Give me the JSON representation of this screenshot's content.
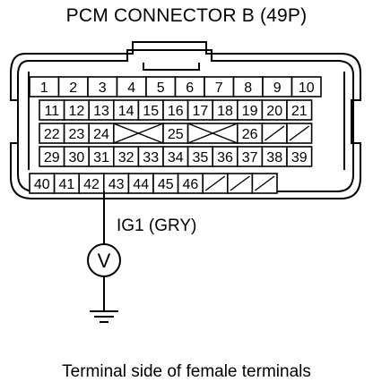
{
  "diagram": {
    "title": "PCM CONNECTOR B (49P)",
    "caption": "Terminal side of female terminals",
    "wire_label": "IG1 (GRY)",
    "meter_symbol": "V",
    "probe_terminal": "42",
    "rows": [
      [
        "1",
        "2",
        "3",
        "4",
        "5",
        "6",
        "7",
        "8",
        "9",
        "10"
      ],
      [
        "11",
        "12",
        "13",
        "14",
        "15",
        "16",
        "17",
        "18",
        "19",
        "20",
        "21"
      ],
      [
        "22",
        "23",
        "24",
        "X",
        "25",
        "X",
        "26",
        "/",
        "/"
      ],
      [
        "29",
        "30",
        "31",
        "32",
        "33",
        "34",
        "35",
        "36",
        "37",
        "38",
        "39"
      ],
      [
        "40",
        "41",
        "42",
        "43",
        "44",
        "45",
        "46",
        "/",
        "/",
        "/"
      ]
    ]
  }
}
